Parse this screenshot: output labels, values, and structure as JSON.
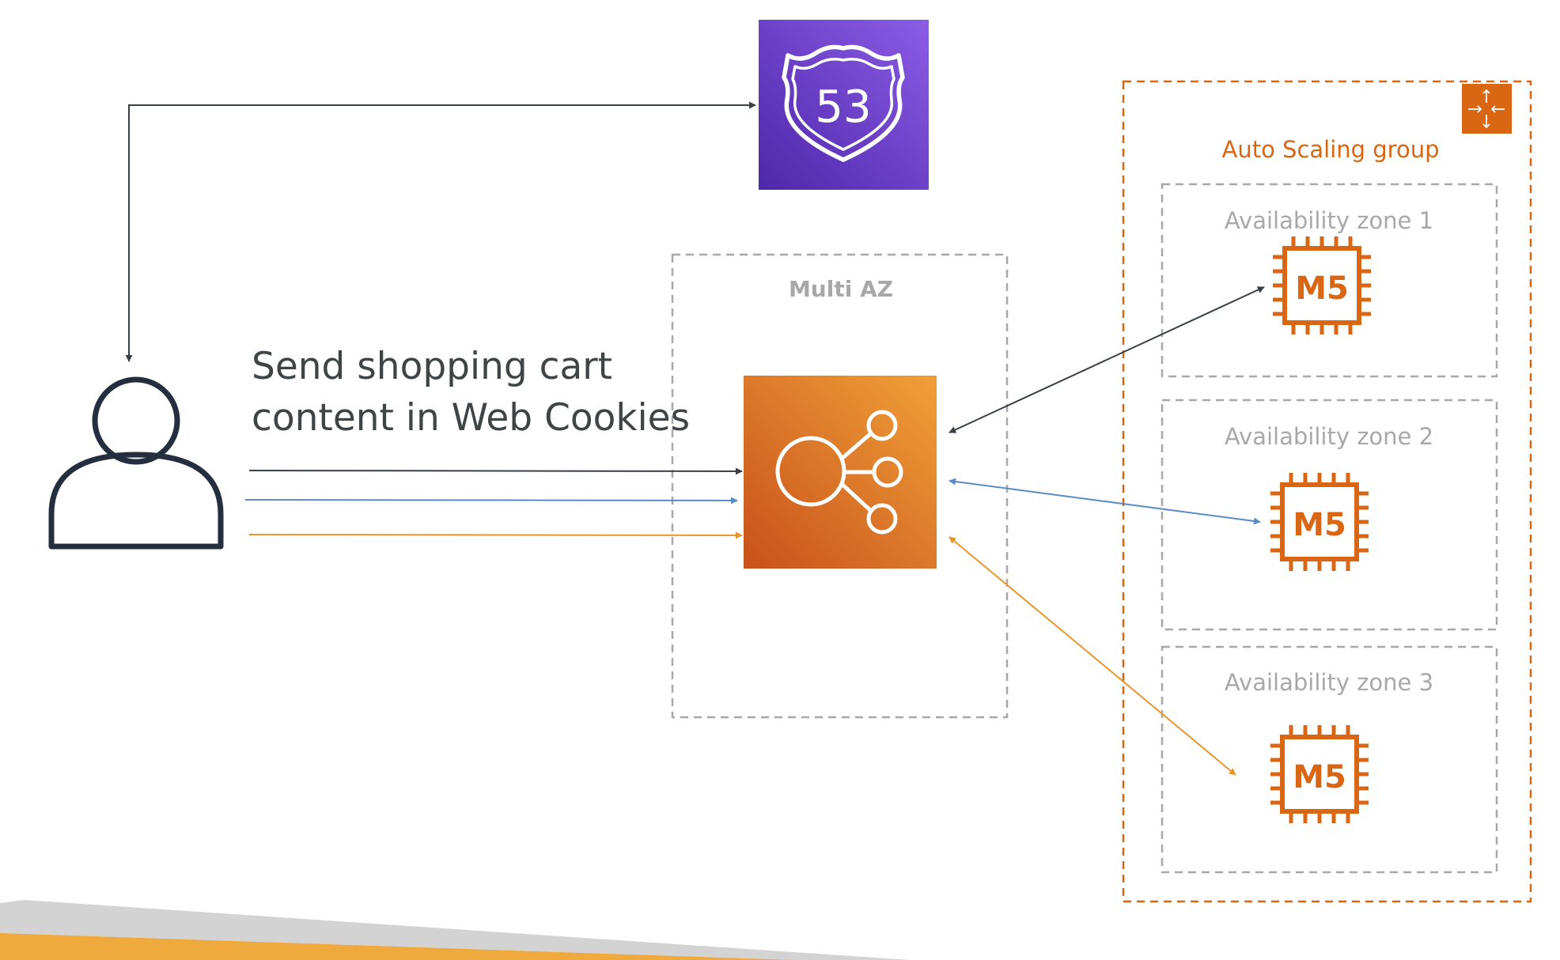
{
  "caption": {
    "line1": "Send shopping cart",
    "line2": "content in Web Cookies"
  },
  "groups": {
    "multi_az": "Multi AZ",
    "auto_scaling_group": "Auto Scaling group",
    "availability_zones": [
      "Availability zone 1",
      "Availability zone 2",
      "Availability zone 3"
    ]
  },
  "nodes": {
    "route53": {
      "icon": "route53-shield-icon",
      "text": "53"
    },
    "load_balancer": {
      "icon": "elastic-load-balancer-icon"
    },
    "user": {
      "icon": "user-icon"
    },
    "instances": [
      {
        "icon": "ec2-instance-icon",
        "text": "M5"
      },
      {
        "icon": "ec2-instance-icon",
        "text": "M5"
      },
      {
        "icon": "ec2-instance-icon",
        "text": "M5"
      }
    ],
    "auto_scaling": {
      "icon": "auto-scaling-icon"
    }
  },
  "colors": {
    "route53_gradient": [
      "#4d27aa",
      "#8c5ce6"
    ],
    "elb_gradient": [
      "#c8511b",
      "#f0a038"
    ],
    "instance": "#d86613",
    "asg_border": "#d86613",
    "dashed_border": "#a8a8a8",
    "arrow_dark": "#3a3f44",
    "arrow_blue": "#5b8ac6",
    "arrow_orange": "#e8962c",
    "footer_orange": "#efa93d",
    "footer_gray": "#d3d3d3"
  }
}
